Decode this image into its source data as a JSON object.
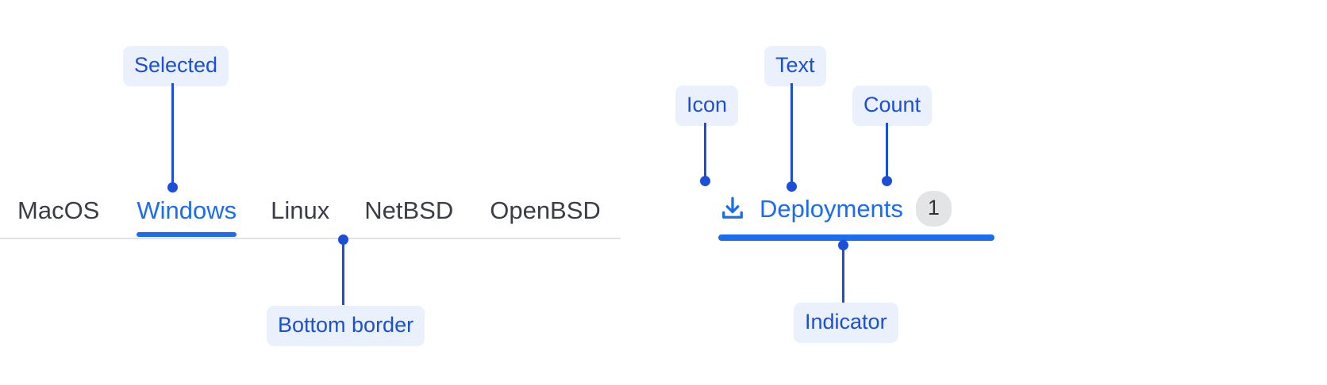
{
  "colors": {
    "accent_blue": "#1a6cf0",
    "annotation_blue": "#1b4fd8",
    "annotation_pill_bg": "#eaf1fd",
    "tab_text": "#383d46",
    "divider": "#e2e3e6",
    "count_badge_bg": "#e3e4e6",
    "count_badge_text": "#2f3338",
    "page_bg": "#ffffff"
  },
  "left_tabs": {
    "name": "os-tab-bar",
    "items": [
      {
        "label": "MacOS",
        "selected": false
      },
      {
        "label": "Windows",
        "selected": true
      },
      {
        "label": "Linux",
        "selected": false
      },
      {
        "label": "NetBSD",
        "selected": false
      },
      {
        "label": "OpenBSD",
        "selected": false
      }
    ],
    "annotations": [
      {
        "label": "Selected",
        "target": "windows-tab"
      },
      {
        "label": "Bottom border",
        "target": "tabs-divider"
      }
    ]
  },
  "right_tab": {
    "name": "deployments-tab",
    "icon": "download-icon",
    "label": "Deployments",
    "count": "1",
    "annotations": [
      {
        "label": "Icon",
        "target": "download-icon"
      },
      {
        "label": "Text",
        "target": "deployments-label"
      },
      {
        "label": "Count",
        "target": "deployments-count-badge"
      },
      {
        "label": "Indicator",
        "target": "deployments-indicator"
      }
    ]
  }
}
